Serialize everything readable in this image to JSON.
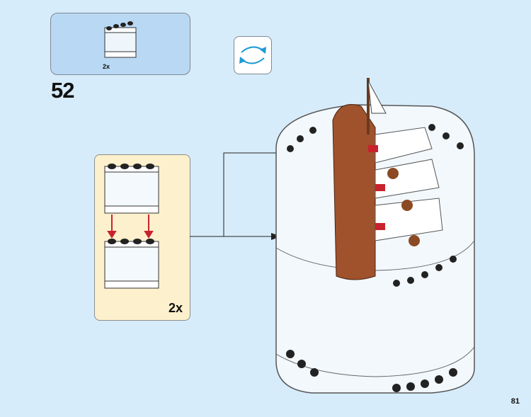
{
  "parts_callout": {
    "quantity": "2x",
    "part": "panel-1x4x3-transparent"
  },
  "step_number": "52",
  "rotate_icon": "rotate-model-icon",
  "subassembly": {
    "quantity": "2x"
  },
  "page_number": "81",
  "colors": {
    "background": "#d7ecfa",
    "parts_box": "#b9d8f3",
    "sub_box": "#fdf0cc",
    "arrow_red": "#c8232c",
    "rotate_blue": "#1e9ad6"
  }
}
